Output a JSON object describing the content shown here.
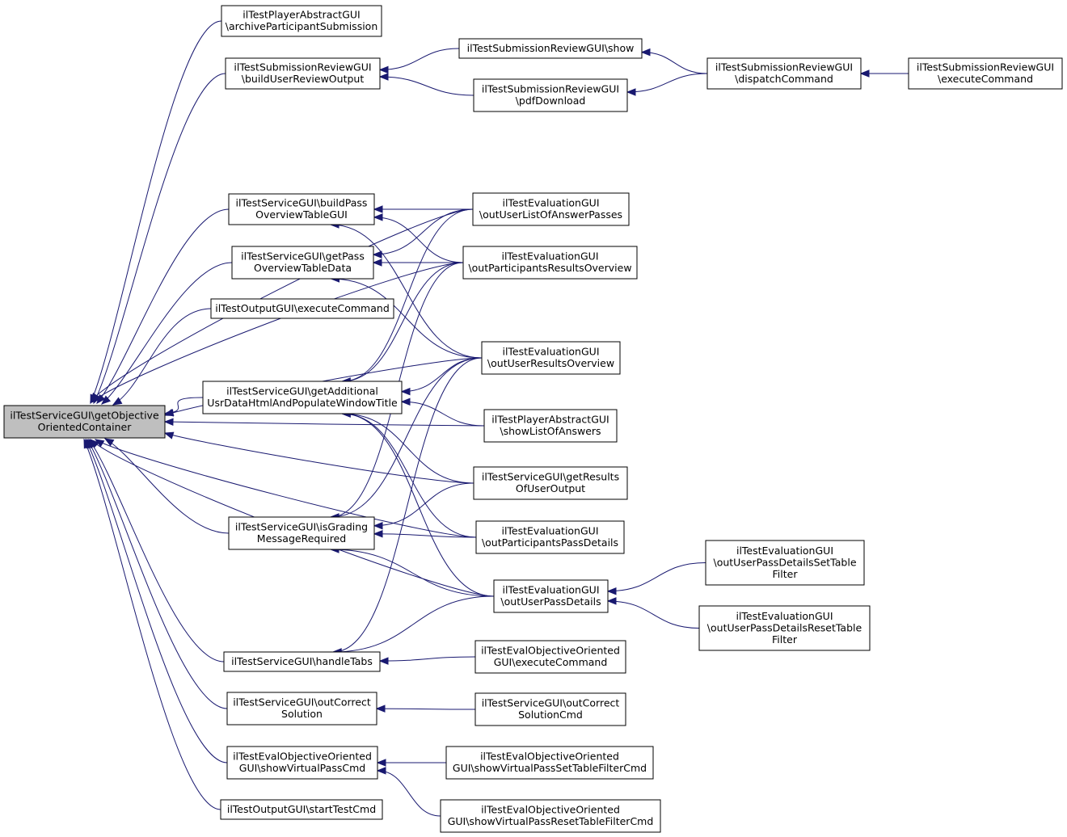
{
  "colors": {
    "edge": "#191970",
    "node_border": "#000000",
    "focus_fill": "#bfbfbf"
  },
  "nodes": [
    {
      "id": "root",
      "lines": [
        "ilTestServiceGUI\\getObjective",
        "OrientedContainer"
      ],
      "focus": true
    },
    {
      "id": "archive",
      "lines": [
        "ilTestPlayerAbstractGUI",
        "\\archiveParticipantSubmission"
      ]
    },
    {
      "id": "buildUserReview",
      "lines": [
        "ilTestSubmissionReviewGUI",
        "\\buildUserReviewOutput"
      ]
    },
    {
      "id": "show",
      "lines": [
        "ilTestSubmissionReviewGUI\\show"
      ]
    },
    {
      "id": "pdfDownload",
      "lines": [
        "ilTestSubmissionReviewGUI",
        "\\pdfDownload"
      ]
    },
    {
      "id": "dispatch",
      "lines": [
        "ilTestSubmissionReviewGUI",
        "\\dispatchCommand"
      ]
    },
    {
      "id": "srExecute",
      "lines": [
        "ilTestSubmissionReviewGUI",
        "\\executeCommand"
      ]
    },
    {
      "id": "buildPass",
      "lines": [
        "ilTestServiceGUI\\buildPass",
        "OverviewTableGUI"
      ]
    },
    {
      "id": "getPass",
      "lines": [
        "ilTestServiceGUI\\getPass",
        "OverviewTableData"
      ]
    },
    {
      "id": "outputExec",
      "lines": [
        "ilTestOutputGUI\\executeCommand"
      ]
    },
    {
      "id": "getAdditional",
      "lines": [
        "ilTestServiceGUI\\getAdditional",
        "UsrDataHtmlAndPopulateWindowTitle"
      ]
    },
    {
      "id": "isGrading",
      "lines": [
        "ilTestServiceGUI\\isGrading",
        "MessageRequired"
      ]
    },
    {
      "id": "handleTabs",
      "lines": [
        "ilTestServiceGUI\\handleTabs"
      ]
    },
    {
      "id": "outCorrect",
      "lines": [
        "ilTestServiceGUI\\outCorrect",
        "Solution"
      ]
    },
    {
      "id": "showVirtual",
      "lines": [
        "ilTestEvalObjectiveOriented",
        "GUI\\showVirtualPassCmd"
      ]
    },
    {
      "id": "startTest",
      "lines": [
        "ilTestOutputGUI\\startTestCmd"
      ]
    },
    {
      "id": "outUserList",
      "lines": [
        "ilTestEvaluationGUI",
        "\\outUserListOfAnswerPasses"
      ]
    },
    {
      "id": "outPartResults",
      "lines": [
        "ilTestEvaluationGUI",
        "\\outParticipantsResultsOverview"
      ]
    },
    {
      "id": "outUserResults",
      "lines": [
        "ilTestEvaluationGUI",
        "\\outUserResultsOverview"
      ]
    },
    {
      "id": "showList",
      "lines": [
        "ilTestPlayerAbstractGUI",
        "\\showListOfAnswers"
      ]
    },
    {
      "id": "getResults",
      "lines": [
        "ilTestServiceGUI\\getResults",
        "OfUserOutput"
      ]
    },
    {
      "id": "outPartPass",
      "lines": [
        "ilTestEvaluationGUI",
        "\\outParticipantsPassDetails"
      ]
    },
    {
      "id": "outUserPass",
      "lines": [
        "ilTestEvaluationGUI",
        "\\outUserPassDetails"
      ]
    },
    {
      "id": "evalExec",
      "lines": [
        "ilTestEvalObjectiveOriented",
        "GUI\\executeCommand"
      ]
    },
    {
      "id": "outCorrectCmd",
      "lines": [
        "ilTestServiceGUI\\outCorrect",
        "SolutionCmd"
      ]
    },
    {
      "id": "showVirtualSet",
      "lines": [
        "ilTestEvalObjectiveOriented",
        "GUI\\showVirtualPassSetTableFilterCmd"
      ]
    },
    {
      "id": "showVirtualReset",
      "lines": [
        "ilTestEvalObjectiveOriented",
        "GUI\\showVirtualPassResetTableFilterCmd"
      ]
    },
    {
      "id": "passSetFilter",
      "lines": [
        "ilTestEvaluationGUI",
        "\\outUserPassDetailsSetTable",
        "Filter"
      ]
    },
    {
      "id": "passResetFilter",
      "lines": [
        "ilTestEvaluationGUI",
        "\\outUserPassDetailsResetTable",
        "Filter"
      ]
    }
  ],
  "edges": [
    [
      "archive",
      "root"
    ],
    [
      "buildUserReview",
      "root"
    ],
    [
      "buildPass",
      "root"
    ],
    [
      "getPass",
      "root"
    ],
    [
      "outputExec",
      "root"
    ],
    [
      "getAdditional",
      "root"
    ],
    [
      "isGrading",
      "root"
    ],
    [
      "handleTabs",
      "root"
    ],
    [
      "outCorrect",
      "root"
    ],
    [
      "showVirtual",
      "root"
    ],
    [
      "startTest",
      "root"
    ],
    [
      "outUserList",
      "root"
    ],
    [
      "outPartResults",
      "root"
    ],
    [
      "outUserResults",
      "root"
    ],
    [
      "showList",
      "root"
    ],
    [
      "getResults",
      "root"
    ],
    [
      "outPartPass",
      "root"
    ],
    [
      "outUserPass",
      "root"
    ],
    [
      "show",
      "buildUserReview"
    ],
    [
      "pdfDownload",
      "buildUserReview"
    ],
    [
      "dispatch",
      "show"
    ],
    [
      "dispatch",
      "pdfDownload"
    ],
    [
      "srExecute",
      "dispatch"
    ],
    [
      "outUserList",
      "buildPass"
    ],
    [
      "outPartResults",
      "buildPass"
    ],
    [
      "outUserResults",
      "buildPass"
    ],
    [
      "outUserList",
      "getPass"
    ],
    [
      "outPartResults",
      "getPass"
    ],
    [
      "outUserResults",
      "getPass"
    ],
    [
      "outUserList",
      "getAdditional"
    ],
    [
      "outPartResults",
      "getAdditional"
    ],
    [
      "outUserResults",
      "getAdditional"
    ],
    [
      "showList",
      "getAdditional"
    ],
    [
      "getResults",
      "getAdditional"
    ],
    [
      "outPartPass",
      "getAdditional"
    ],
    [
      "outUserPass",
      "getAdditional"
    ],
    [
      "outPartResults",
      "isGrading"
    ],
    [
      "outUserResults",
      "isGrading"
    ],
    [
      "getResults",
      "isGrading"
    ],
    [
      "outPartPass",
      "isGrading"
    ],
    [
      "outUserPass",
      "isGrading"
    ],
    [
      "outUserResults",
      "handleTabs"
    ],
    [
      "outUserPass",
      "handleTabs"
    ],
    [
      "evalExec",
      "handleTabs"
    ],
    [
      "outCorrectCmd",
      "outCorrect"
    ],
    [
      "showVirtualSet",
      "showVirtual"
    ],
    [
      "showVirtualReset",
      "showVirtual"
    ],
    [
      "passSetFilter",
      "outUserPass"
    ],
    [
      "passResetFilter",
      "outUserPass"
    ]
  ]
}
